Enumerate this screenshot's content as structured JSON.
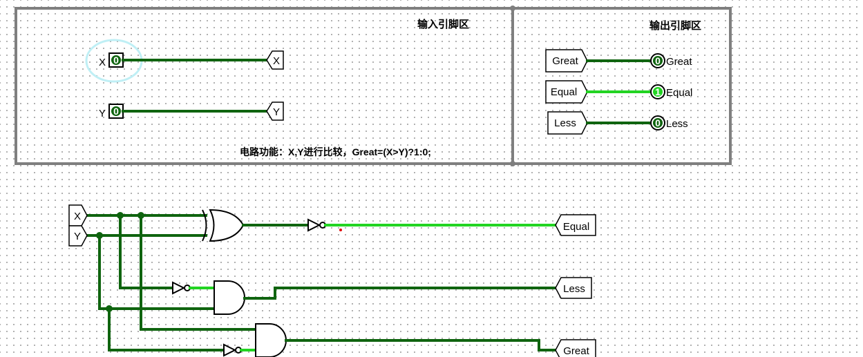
{
  "input_area": {
    "title": "输入引脚区",
    "description": "电路功能：X,Y进行比较，Great=(X>Y)?1:0;",
    "pins": [
      {
        "label": "X",
        "value": "0",
        "tunnel": "X"
      },
      {
        "label": "Y",
        "value": "0",
        "tunnel": "Y"
      }
    ]
  },
  "output_area": {
    "title": "输出引脚区",
    "rows": [
      {
        "tunnel": "Great",
        "value": "0",
        "label": "Great",
        "active": false
      },
      {
        "tunnel": "Equal",
        "value": "1",
        "label": "Equal",
        "active": true
      },
      {
        "tunnel": "Less",
        "value": "0",
        "label": "Less",
        "active": false
      }
    ]
  },
  "circuit": {
    "input_tunnels": [
      "X",
      "Y"
    ],
    "output_tunnels": [
      "Equal",
      "Less",
      "Great"
    ]
  },
  "colors": {
    "wire_low": "#0f640f",
    "wire_high": "#22d422",
    "frame": "#7f7f7f",
    "selection": "#bfeff5"
  }
}
